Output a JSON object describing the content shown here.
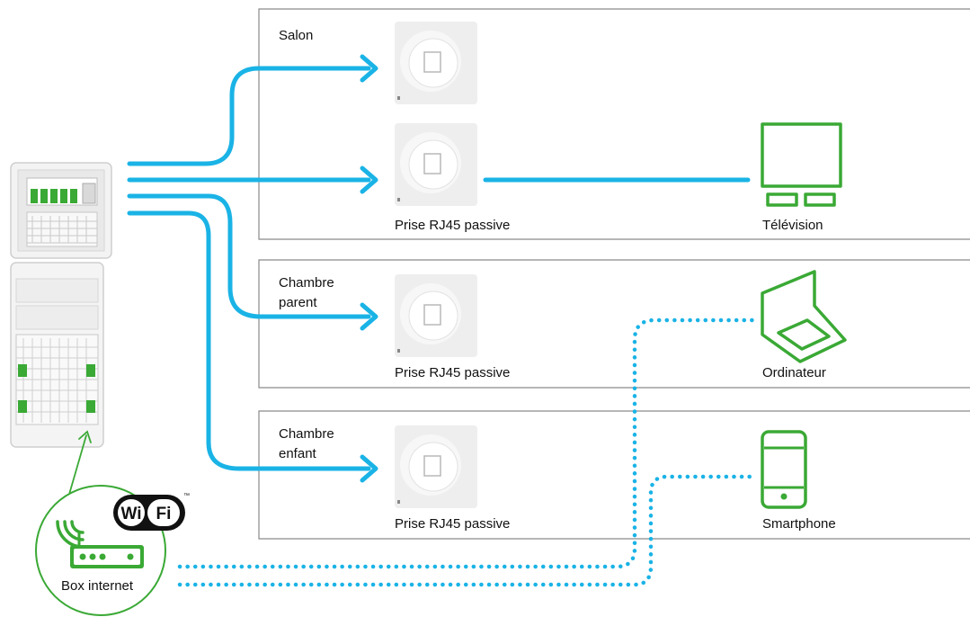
{
  "colors": {
    "cable": "#1ab3e6",
    "device": "#3aa935",
    "frame": "#8a8a8a",
    "socket_plate": "#eeeeee"
  },
  "rooms": [
    {
      "label": "Salon"
    },
    {
      "label": "Chambre\nparent"
    },
    {
      "label": "Chambre\nenfant"
    }
  ],
  "socket_labels": [
    "Prise RJ45 passive",
    "Prise RJ45 passive",
    "Prise RJ45 passive"
  ],
  "devices": {
    "tv": {
      "label": "Télévision",
      "icon": "tv-icon"
    },
    "computer": {
      "label": "Ordinateur",
      "icon": "laptop-icon"
    },
    "phone": {
      "label": "Smartphone",
      "icon": "smartphone-icon"
    }
  },
  "box": {
    "label": "Box internet",
    "icon": "router-icon",
    "wifi_badge": "wifi-logo-icon",
    "wifi_mark": "™"
  },
  "panel": {
    "icon": "electrical-panel-icon"
  }
}
